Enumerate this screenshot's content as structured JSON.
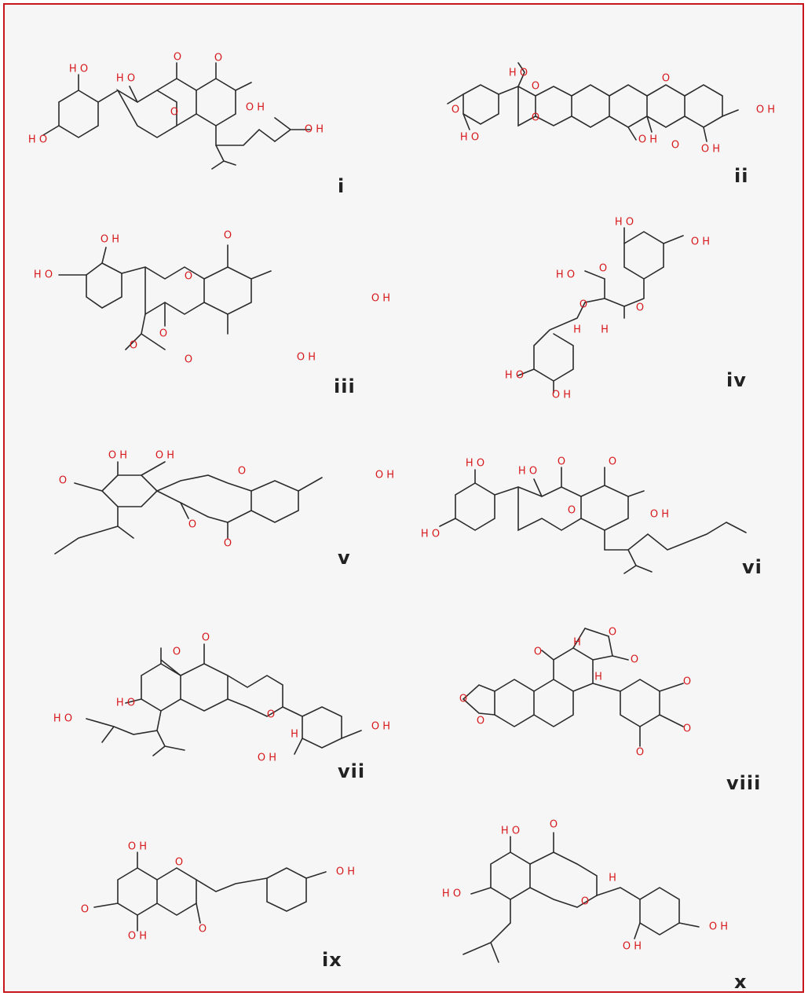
{
  "colors": {
    "border": "#c8161d",
    "heteroatom": "#d7191c",
    "bond": "#2b2b2b",
    "panel": "#f6f6f6"
  },
  "compounds": [
    {
      "label": "i"
    },
    {
      "label": "ii"
    },
    {
      "label": "iii"
    },
    {
      "label": "iv"
    },
    {
      "label": "v"
    },
    {
      "label": "vi"
    },
    {
      "label": "vii"
    },
    {
      "label": "viii"
    },
    {
      "label": "ix"
    },
    {
      "label": "x"
    }
  ]
}
